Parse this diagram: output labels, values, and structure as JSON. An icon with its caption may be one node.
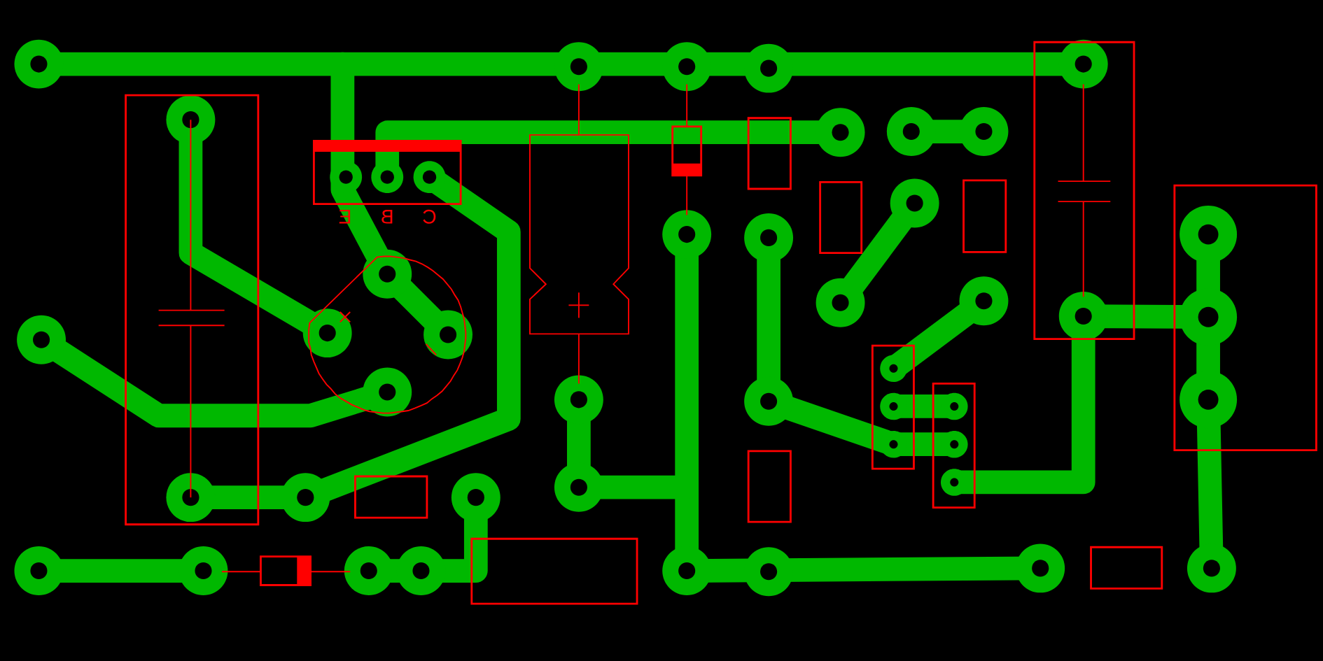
{
  "diagram": {
    "labels": [
      "E",
      "B",
      "C"
    ]
  }
}
